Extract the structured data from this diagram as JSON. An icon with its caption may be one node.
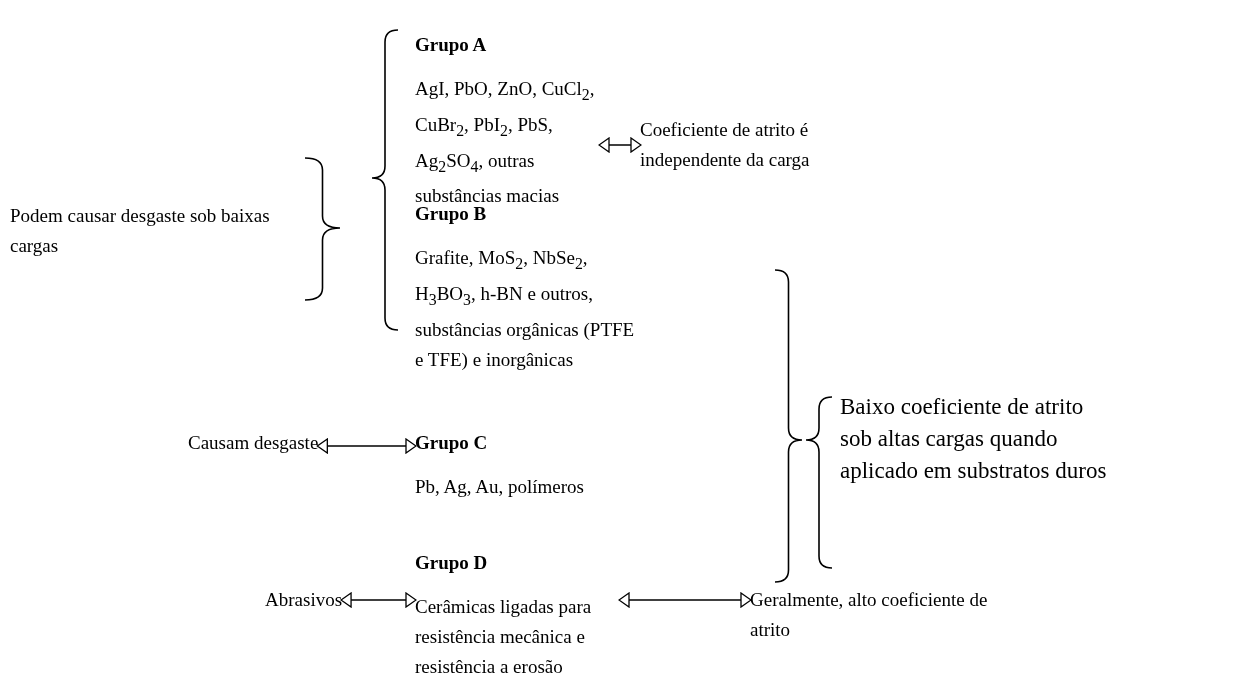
{
  "diagram": {
    "nodes": [
      {
        "text": [
          "Grupo A",
          "AgI, PbO, ZnO, CuCl$_{2}$, CuBr$_{2}$, PbI$_{2}$, PbS, Ag$_{2}$SO$_{4}$, outras substâncias macias"
        ]
      },
      {
        "text": [
          "Coeficiente de atrito é independente da carga"
        ]
      },
      {
        "text": [
          "Podem causar desgaste sob baixas cargas"
        ]
      },
      {
        "text": [
          "Grupo B",
          "Grafite, MoS$_{2}$, NbSe$_{2}$, H$_{3}$BO$_{3}$, h-BN e outros, substâncias orgânicas (PTFE e TFE) e inorgânicas"
        ]
      },
      {
        "text": [
          "Baixo coeficiente de atrito sob altas cargas quando aplicado em substratos duros"
        ]
      },
      {
        "text": [
          "Causam desgaste"
        ]
      },
      {
        "text": [
          "Grupo C",
          "Pb, Ag, Au, polímeros"
        ]
      },
      {
        "text": [
          "Abrasivos"
        ]
      },
      {
        "text": [
          "Grupo D",
          "Cerâmicas ligadas para resistência mecânica e resistência a erosão"
        ]
      },
      {
        "text": [
          "Geralmente, alto coeficiente de atrito"
        ]
      }
    ],
    "edges": [
      {
        "from": 0,
        "to": 1,
        "arrow": "both"
      },
      {
        "from": 5,
        "to": 6,
        "arrow": "both"
      },
      {
        "from": 7,
        "to": 8,
        "arrow": "both"
      },
      {
        "from": 8,
        "to": 9,
        "arrow": "both"
      }
    ]
  }
}
